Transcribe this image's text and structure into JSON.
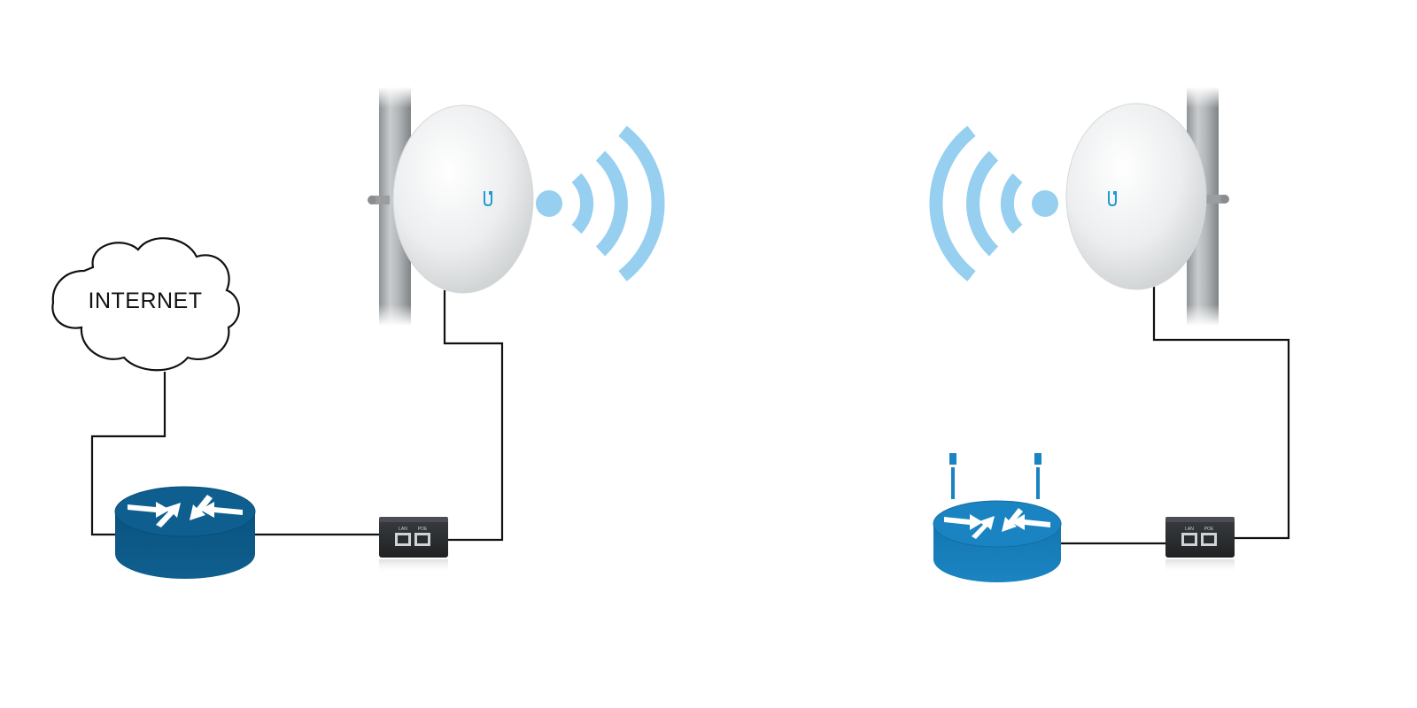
{
  "cloud": {
    "label": "INTERNET"
  },
  "devices": [
    {
      "id": "router-left",
      "type": "router",
      "icon": "router-icon",
      "color": "#0e5f8f"
    },
    {
      "id": "poe-left",
      "type": "poe-injector",
      "icon": "poe-injector-icon",
      "ports": [
        "LAN",
        "POE"
      ]
    },
    {
      "id": "dish-left",
      "type": "wireless-dish",
      "icon": "dish-antenna-icon",
      "logo": "U"
    },
    {
      "id": "dish-right",
      "type": "wireless-dish",
      "icon": "dish-antenna-icon",
      "logo": "U"
    },
    {
      "id": "poe-right",
      "type": "poe-injector",
      "icon": "poe-injector-icon",
      "ports": [
        "LAN",
        "POE"
      ]
    },
    {
      "id": "router-right",
      "type": "wireless-router",
      "icon": "wireless-router-icon",
      "color": "#1a84c2"
    }
  ],
  "colors": {
    "router_dark": "#0e5f8f",
    "router_light": "#1a84c2",
    "wifi_signal": "#96cff0",
    "cable": "#111111",
    "logo_accent": "#1e9ad6"
  }
}
